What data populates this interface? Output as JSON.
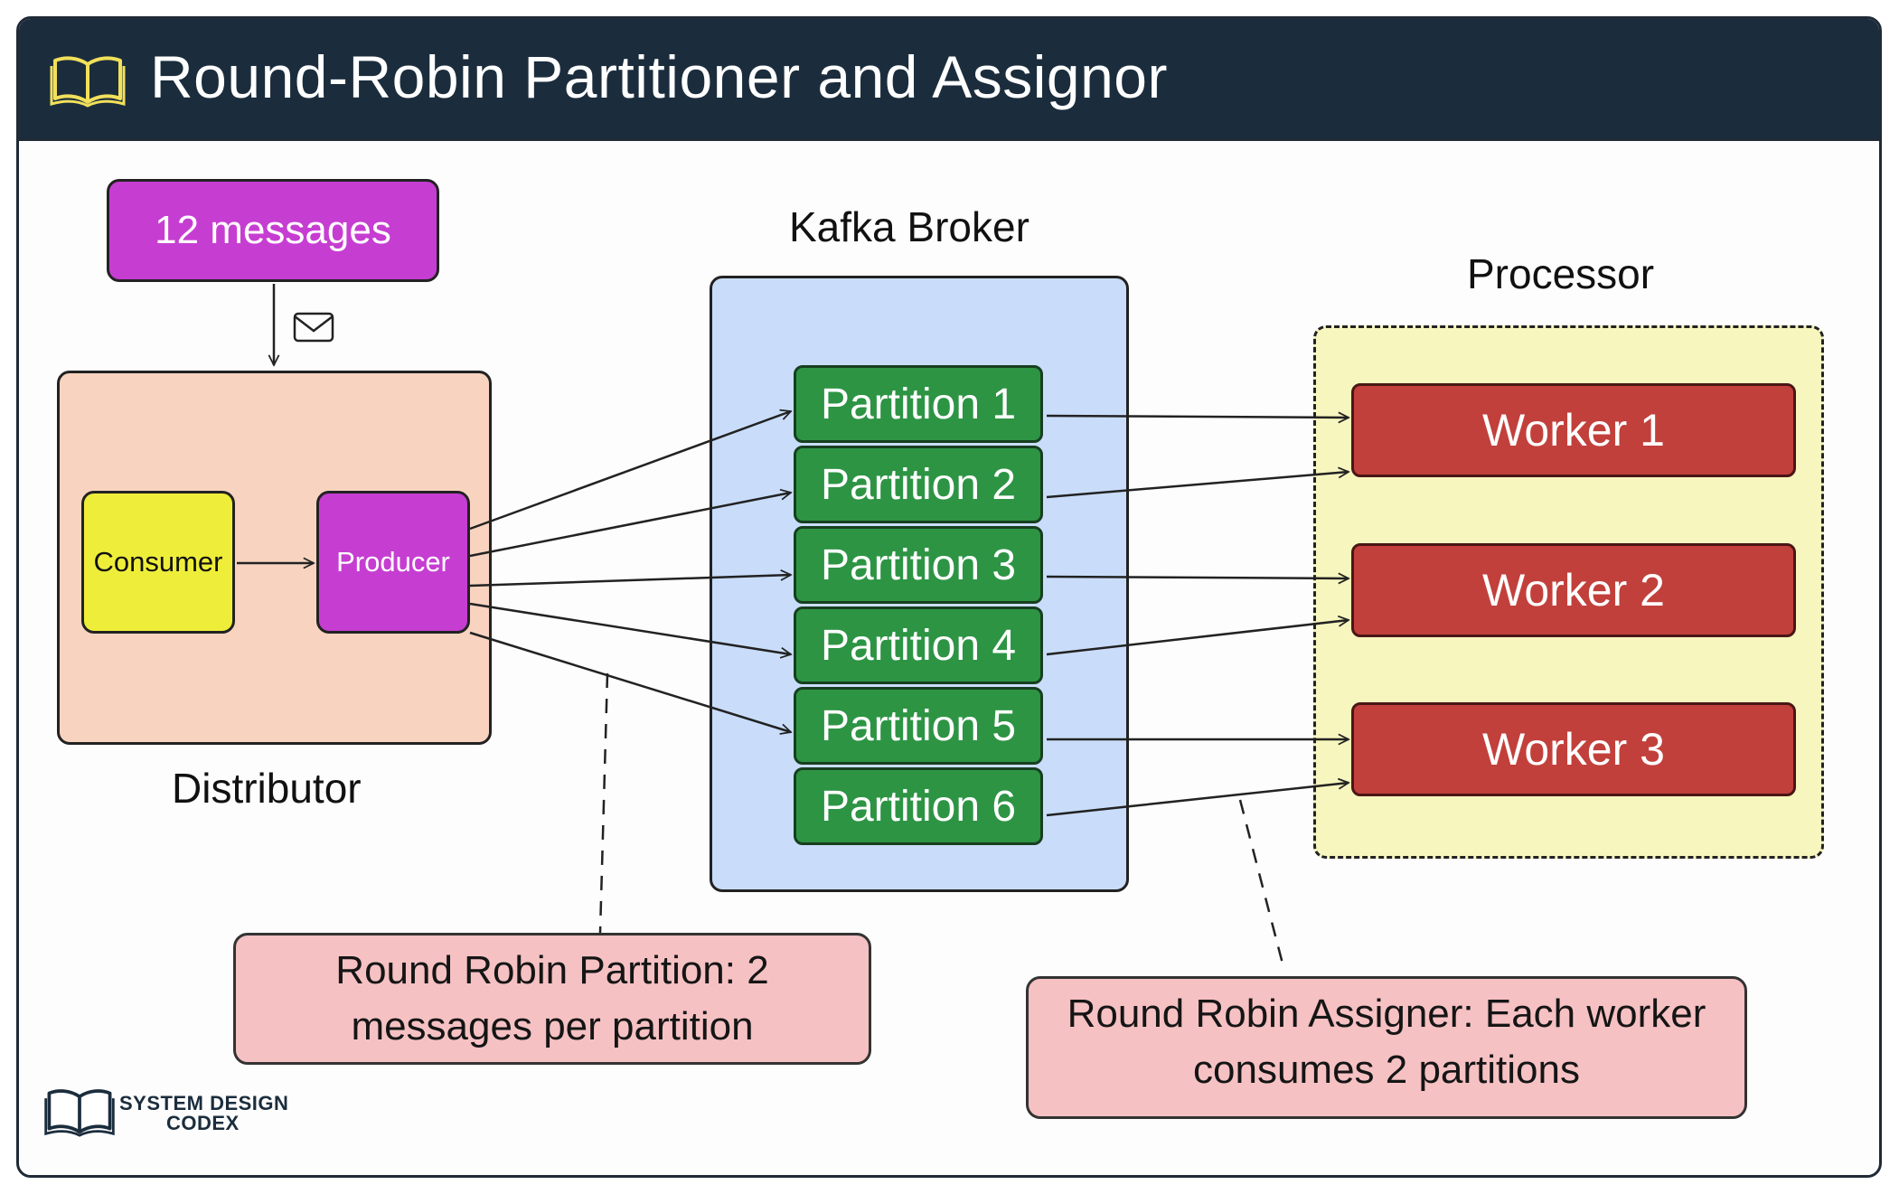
{
  "title": "Round-Robin Partitioner and Assignor",
  "messages_label": "12 messages",
  "distributor": {
    "label": "Distributor",
    "consumer": "Consumer",
    "producer": "Producer"
  },
  "broker": {
    "label": "Kafka Broker",
    "partitions": [
      "Partition 1",
      "Partition 2",
      "Partition 3",
      "Partition 4",
      "Partition 5",
      "Partition 6"
    ]
  },
  "processor": {
    "label": "Processor",
    "workers": [
      "Worker 1",
      "Worker 2",
      "Worker 3"
    ]
  },
  "notes": {
    "partition_line1": "Round Robin Partition: 2",
    "partition_line2": "messages per partition",
    "assigner_line1": "Round Robin Assigner: Each worker",
    "assigner_line2": "consumes 2 partitions"
  },
  "brand": {
    "line1": "SYSTEM DESIGN",
    "line2": "CODEX"
  },
  "colors": {
    "title_bar": "#1b2d3d",
    "messages": "#c63ed1",
    "distributor_bg": "#f8d4c0",
    "consumer": "#eeee3a",
    "producer": "#c63ed1",
    "broker_bg": "#c9ddfb",
    "partition": "#2d9444",
    "processor_bg": "#f7f6bf",
    "worker": "#c2403b",
    "note": "#f6c1c3"
  }
}
